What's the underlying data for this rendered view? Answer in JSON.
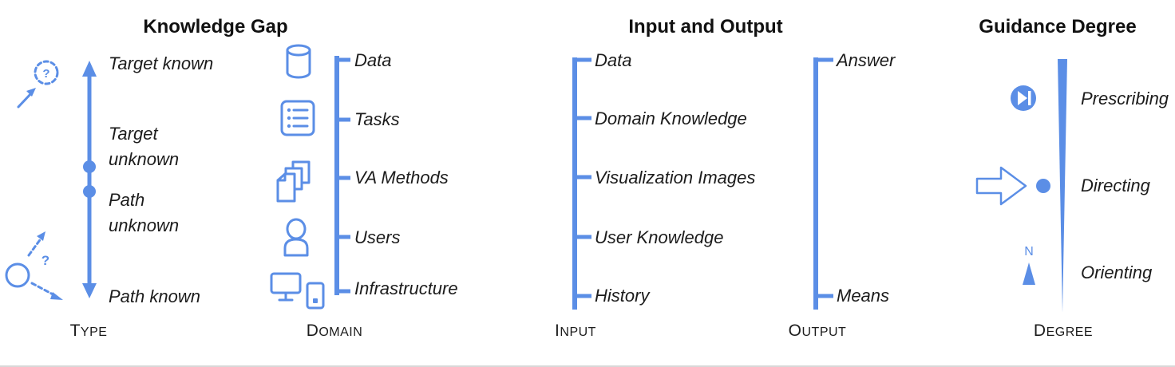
{
  "sections": {
    "knowledge_gap": {
      "title": "Knowledge Gap",
      "labels": {
        "target_known": "Target known",
        "target_unknown_1": "Target",
        "target_unknown_2": "unknown",
        "path_unknown_1": "Path",
        "path_unknown_2": "unknown",
        "path_known": "Path known"
      },
      "caption_initial": "T",
      "caption_rest": "YPE"
    },
    "domain": {
      "items": [
        "Data",
        "Tasks",
        "VA Methods",
        "Users",
        "Infrastructure"
      ],
      "caption_initial": "D",
      "caption_rest": "OMAIN"
    },
    "input_output": {
      "title": "Input and Output",
      "input_items": [
        "Data",
        "Domain Knowledge",
        "Visualization Images",
        "User Knowledge",
        "History"
      ],
      "output_items": [
        "Answer",
        "Means"
      ],
      "input_caption_initial": "I",
      "input_caption_rest": "NPUT",
      "output_caption_initial": "O",
      "output_caption_rest": "UTPUT"
    },
    "guidance_degree": {
      "title": "Guidance Degree",
      "items": [
        "Prescribing",
        "Directing",
        "Orienting"
      ],
      "compass_letter": "N",
      "caption_initial": "D",
      "caption_rest": "EGREE"
    }
  },
  "icon_glyphs": {
    "question": "?"
  },
  "colors": {
    "accent": "#5b8ee6",
    "text": "#1c1c1c"
  }
}
